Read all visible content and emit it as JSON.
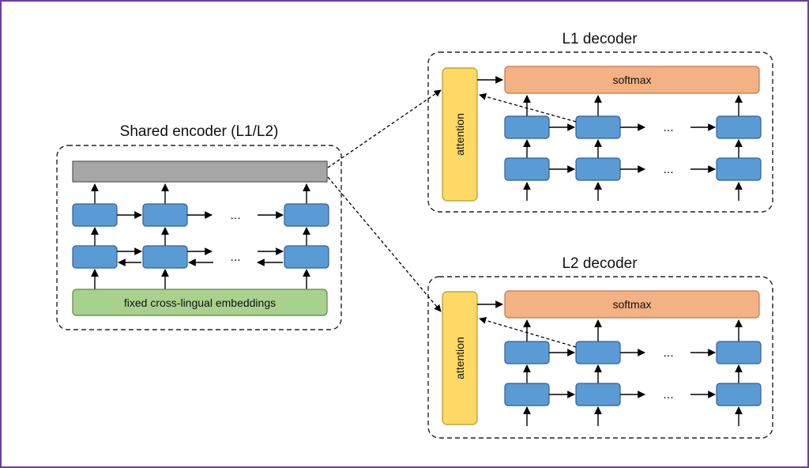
{
  "encoder": {
    "title": "Shared encoder (L1/L2)",
    "embeddings_label": "fixed cross-lingual embeddings",
    "ellipsis": "...",
    "colors": {
      "cell": "#5b9bd5",
      "output_bar": "#a6a6a6",
      "embeddings": "#a9d18e"
    }
  },
  "decoders": [
    {
      "title": "L1 decoder",
      "attention_label": "attention",
      "softmax_label": "softmax",
      "ellipsis": "..."
    },
    {
      "title": "L2 decoder",
      "attention_label": "attention",
      "softmax_label": "softmax",
      "ellipsis": "..."
    }
  ],
  "colors": {
    "attention": "#ffd966",
    "softmax": "#f4b183",
    "frame_border": "#6b3fa0"
  }
}
